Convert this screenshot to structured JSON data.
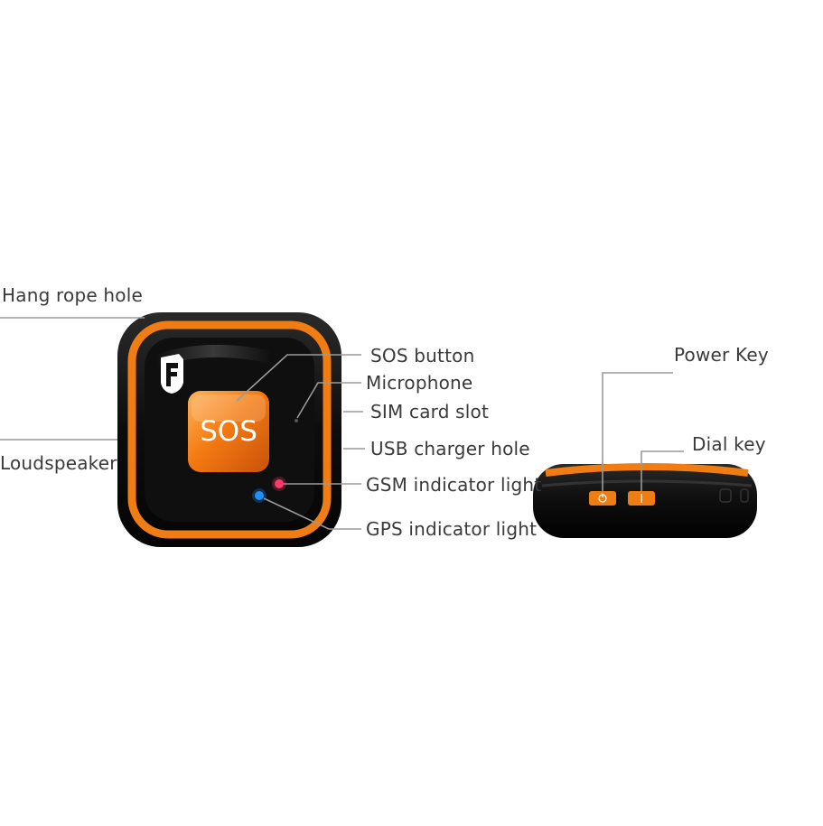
{
  "device": {
    "button_text": "SOS",
    "accent_color": "#f07d14",
    "body_color": "#111111"
  },
  "callouts": {
    "hang_rope_hole": "Hang rope hole",
    "loudspeaker": "Loudspeaker",
    "sos_button": "SOS button",
    "microphone": "Microphone",
    "sim_card_slot": "SIM card slot",
    "usb_charger_hole": "USB charger hole",
    "gsm_indicator_light": "GSM indicator light",
    "gps_indicator_light": "GPS indicator light",
    "power_key": "Power Key",
    "dial_key": "Dial key"
  },
  "icons": {
    "logo": "shield-r-logo-icon",
    "power": "power-icon",
    "dial": "dial-icon"
  }
}
